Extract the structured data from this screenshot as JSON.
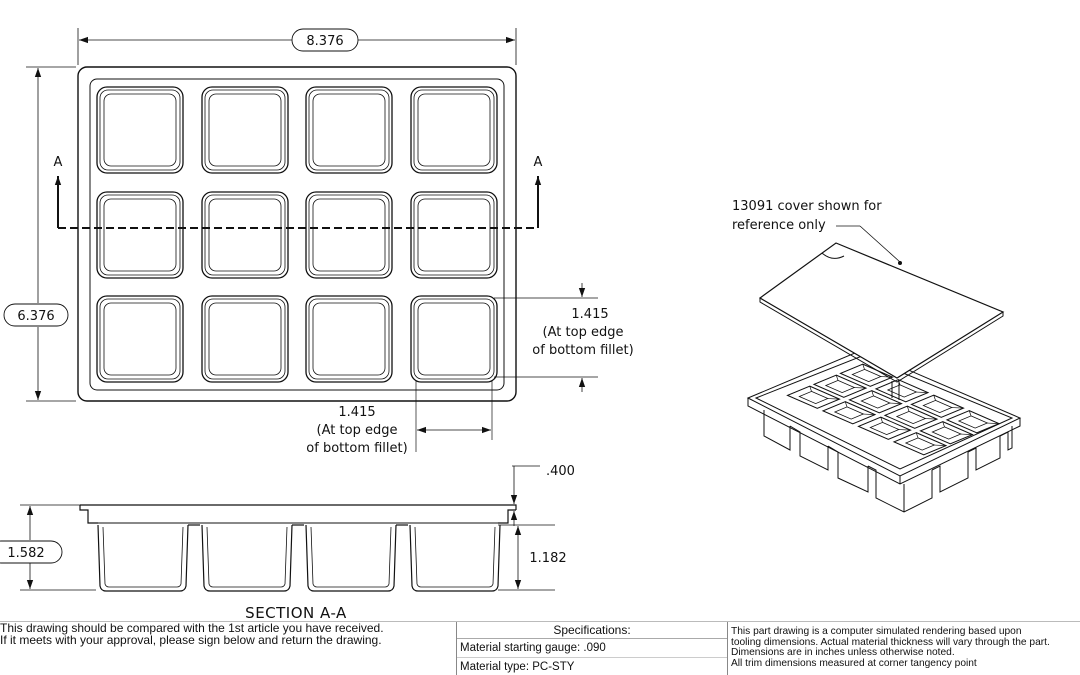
{
  "top_view": {
    "width_dim": "8.376",
    "height_dim": "6.376",
    "section_letter_left": "A",
    "section_letter_right": "A",
    "cell_dim_v": {
      "value": "1.415",
      "line1": "(At top edge",
      "line2": "of bottom fillet)"
    },
    "cell_dim_h": {
      "value": "1.415",
      "line1": "(At top edge",
      "line2": "of bottom fillet)"
    }
  },
  "section_view": {
    "title": "SECTION A-A",
    "overall_height_dim": "1.582",
    "flange_dim": ".400",
    "cavity_depth_dim": "1.182"
  },
  "iso_view": {
    "note_line1": "13091 cover shown for",
    "note_line2": "reference only"
  },
  "title_block": {
    "approval_line1": "This drawing should be compared with the 1st article you have received.",
    "approval_line2": "If it meets with your approval, please sign below and return the drawing.",
    "specs_header": "Specifications:",
    "gauge_label": "Material starting gauge:",
    "gauge_value": ".090",
    "type_label": "Material type:",
    "type_value": "PC-STY",
    "note_line1": "This part drawing is a computer simulated rendering based upon",
    "note_line2": "tooling dimensions. Actual material thickness will vary through the part.",
    "note_line3": "Dimensions are in inches unless otherwise noted.",
    "note_line4": "All trim dimensions measured at corner tangency point"
  }
}
